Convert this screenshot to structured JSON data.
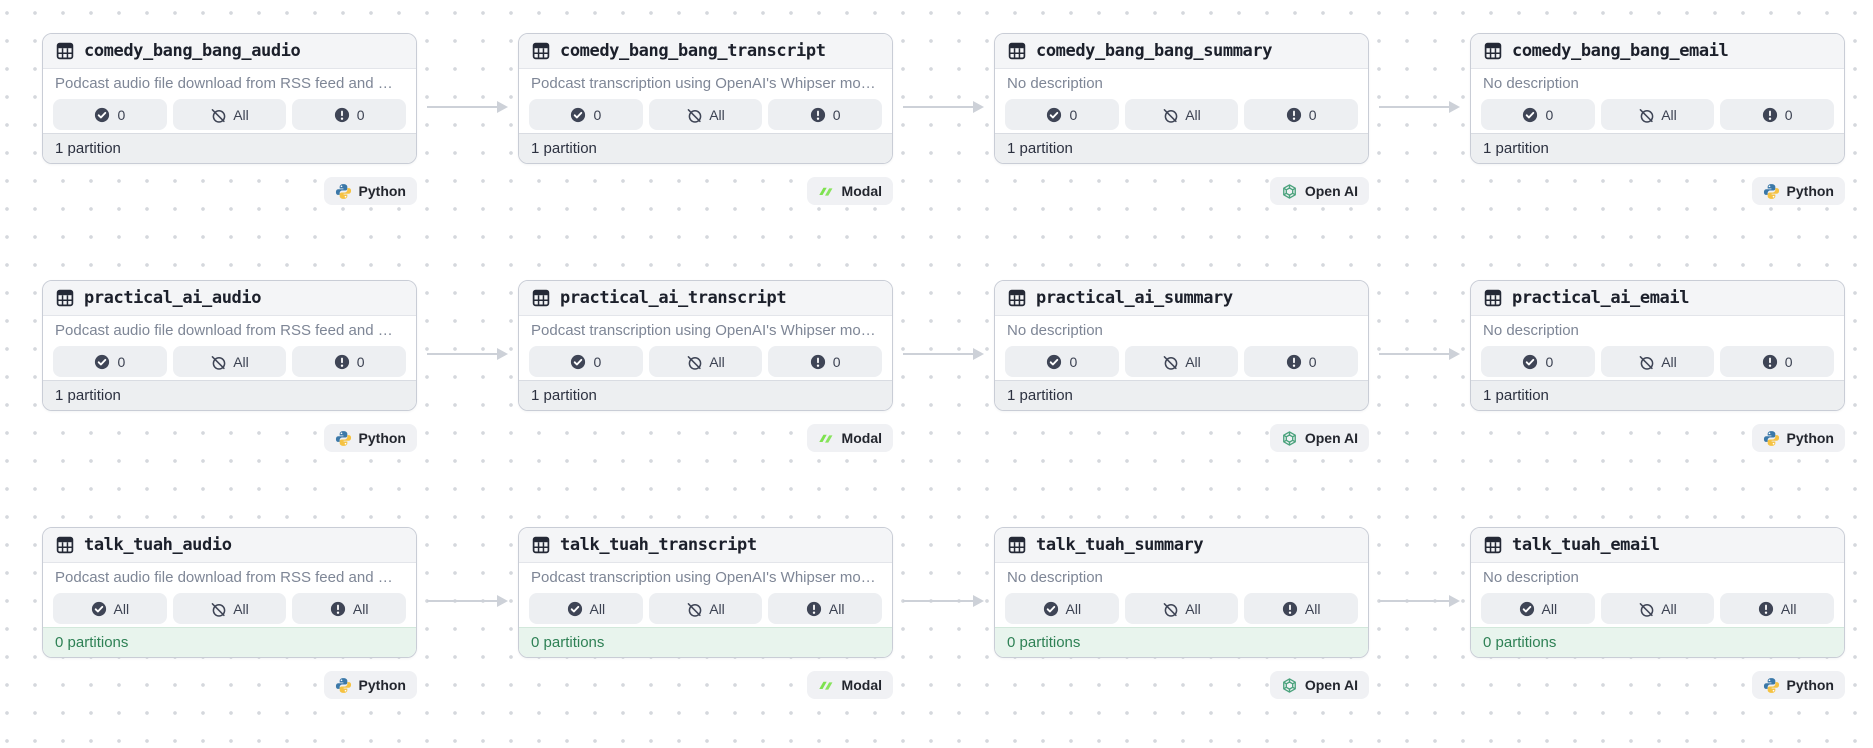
{
  "view": "asset-graph",
  "colors": {
    "card_border": "#c9cdd6",
    "header_bg": "#f4f5f7",
    "footer_bg": "#edeff1",
    "footer_empty_bg": "#e8f4ed",
    "footer_empty_text": "#2e8155",
    "pill_bg": "#edeff2",
    "arrow": "#cdd1d8",
    "python_blue": "#3b78a8",
    "python_yellow": "#f5c242",
    "modal_green": "#7de24e",
    "openai_green": "#4aa27c"
  },
  "nodes": [
    {
      "name": "comedy_bang_bang_audio",
      "description": "Podcast audio file download from RSS feed and …",
      "badges": [
        {
          "icon": "check-circle-icon",
          "value": "0"
        },
        {
          "icon": "slash-circle-icon",
          "value": "All"
        },
        {
          "icon": "alert-circle-icon",
          "value": "0"
        }
      ],
      "partitions": "1 partition",
      "partition_state": "default",
      "tag": {
        "icon": "python-icon",
        "label": "Python"
      }
    },
    {
      "name": "comedy_bang_bang_transcript",
      "description": "Podcast transcription using OpenAI's Whipser mo…",
      "badges": [
        {
          "icon": "check-circle-icon",
          "value": "0"
        },
        {
          "icon": "slash-circle-icon",
          "value": "All"
        },
        {
          "icon": "alert-circle-icon",
          "value": "0"
        }
      ],
      "partitions": "1 partition",
      "partition_state": "default",
      "tag": {
        "icon": "modal-icon",
        "label": "Modal"
      }
    },
    {
      "name": "comedy_bang_bang_summary",
      "description": "No description",
      "badges": [
        {
          "icon": "check-circle-icon",
          "value": "0"
        },
        {
          "icon": "slash-circle-icon",
          "value": "All"
        },
        {
          "icon": "alert-circle-icon",
          "value": "0"
        }
      ],
      "partitions": "1 partition",
      "partition_state": "default",
      "tag": {
        "icon": "openai-icon",
        "label": "Open AI"
      }
    },
    {
      "name": "comedy_bang_bang_email",
      "description": "No description",
      "badges": [
        {
          "icon": "check-circle-icon",
          "value": "0"
        },
        {
          "icon": "slash-circle-icon",
          "value": "All"
        },
        {
          "icon": "alert-circle-icon",
          "value": "0"
        }
      ],
      "partitions": "1 partition",
      "partition_state": "default",
      "tag": {
        "icon": "python-icon",
        "label": "Python"
      }
    },
    {
      "name": "practical_ai_audio",
      "description": "Podcast audio file download from RSS feed and …",
      "badges": [
        {
          "icon": "check-circle-icon",
          "value": "0"
        },
        {
          "icon": "slash-circle-icon",
          "value": "All"
        },
        {
          "icon": "alert-circle-icon",
          "value": "0"
        }
      ],
      "partitions": "1 partition",
      "partition_state": "default",
      "tag": {
        "icon": "python-icon",
        "label": "Python"
      }
    },
    {
      "name": "practical_ai_transcript",
      "description": "Podcast transcription using OpenAI's Whipser mo…",
      "badges": [
        {
          "icon": "check-circle-icon",
          "value": "0"
        },
        {
          "icon": "slash-circle-icon",
          "value": "All"
        },
        {
          "icon": "alert-circle-icon",
          "value": "0"
        }
      ],
      "partitions": "1 partition",
      "partition_state": "default",
      "tag": {
        "icon": "modal-icon",
        "label": "Modal"
      }
    },
    {
      "name": "practical_ai_summary",
      "description": "No description",
      "badges": [
        {
          "icon": "check-circle-icon",
          "value": "0"
        },
        {
          "icon": "slash-circle-icon",
          "value": "All"
        },
        {
          "icon": "alert-circle-icon",
          "value": "0"
        }
      ],
      "partitions": "1 partition",
      "partition_state": "default",
      "tag": {
        "icon": "openai-icon",
        "label": "Open AI"
      }
    },
    {
      "name": "practical_ai_email",
      "description": "No description",
      "badges": [
        {
          "icon": "check-circle-icon",
          "value": "0"
        },
        {
          "icon": "slash-circle-icon",
          "value": "All"
        },
        {
          "icon": "alert-circle-icon",
          "value": "0"
        }
      ],
      "partitions": "1 partition",
      "partition_state": "default",
      "tag": {
        "icon": "python-icon",
        "label": "Python"
      }
    },
    {
      "name": "talk_tuah_audio",
      "description": "Podcast audio file download from RSS feed and …",
      "badges": [
        {
          "icon": "check-circle-icon",
          "value": "All"
        },
        {
          "icon": "slash-circle-icon",
          "value": "All"
        },
        {
          "icon": "alert-circle-icon",
          "value": "All"
        }
      ],
      "partitions": "0 partitions",
      "partition_state": "empty",
      "tag": {
        "icon": "python-icon",
        "label": "Python"
      }
    },
    {
      "name": "talk_tuah_transcript",
      "description": "Podcast transcription using OpenAI's Whipser mo…",
      "badges": [
        {
          "icon": "check-circle-icon",
          "value": "All"
        },
        {
          "icon": "slash-circle-icon",
          "value": "All"
        },
        {
          "icon": "alert-circle-icon",
          "value": "All"
        }
      ],
      "partitions": "0 partitions",
      "partition_state": "empty",
      "tag": {
        "icon": "modal-icon",
        "label": "Modal"
      }
    },
    {
      "name": "talk_tuah_summary",
      "description": "No description",
      "badges": [
        {
          "icon": "check-circle-icon",
          "value": "All"
        },
        {
          "icon": "slash-circle-icon",
          "value": "All"
        },
        {
          "icon": "alert-circle-icon",
          "value": "All"
        }
      ],
      "partitions": "0 partitions",
      "partition_state": "empty",
      "tag": {
        "icon": "openai-icon",
        "label": "Open AI"
      }
    },
    {
      "name": "talk_tuah_email",
      "description": "No description",
      "badges": [
        {
          "icon": "check-circle-icon",
          "value": "All"
        },
        {
          "icon": "slash-circle-icon",
          "value": "All"
        },
        {
          "icon": "alert-circle-icon",
          "value": "All"
        }
      ],
      "partitions": "0 partitions",
      "partition_state": "empty",
      "tag": {
        "icon": "python-icon",
        "label": "Python"
      }
    }
  ],
  "edges": [
    [
      "comedy_bang_bang_audio",
      "comedy_bang_bang_transcript"
    ],
    [
      "comedy_bang_bang_transcript",
      "comedy_bang_bang_summary"
    ],
    [
      "comedy_bang_bang_summary",
      "comedy_bang_bang_email"
    ],
    [
      "practical_ai_audio",
      "practical_ai_transcript"
    ],
    [
      "practical_ai_transcript",
      "practical_ai_summary"
    ],
    [
      "practical_ai_summary",
      "practical_ai_email"
    ],
    [
      "talk_tuah_audio",
      "talk_tuah_transcript"
    ],
    [
      "talk_tuah_transcript",
      "talk_tuah_summary"
    ],
    [
      "talk_tuah_summary",
      "talk_tuah_email"
    ]
  ]
}
